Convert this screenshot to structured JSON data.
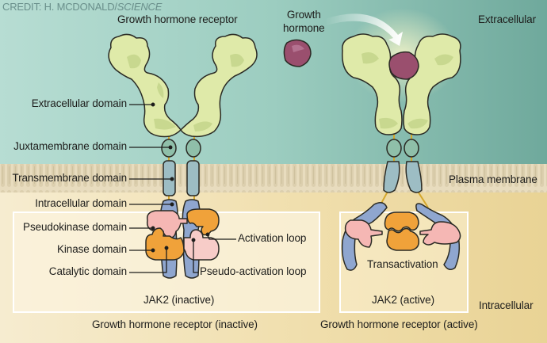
{
  "credit": {
    "prefix": "CREDIT: H. MCDONALD/",
    "source": "SCIENCE"
  },
  "colors": {
    "extracellular_bg": "#9fcfc3",
    "intracellular_bg": "#f3e4b8",
    "membrane": "#e7dcc0",
    "extracellular_domain": "#dfeaa9",
    "juxtamembrane_domain": "#8fbfa9",
    "transmembrane_domain": "#9dbdc4",
    "intracellular_domain": "#8fa6cf",
    "pseudokinase_domain": "#f5b7b4",
    "kinase_domain": "#f0a23a",
    "growth_hormone": "#9a4f6e"
  },
  "labels": {
    "receptor_title": "Growth hormone receptor",
    "growth_hormone": [
      "Growth",
      "hormone"
    ],
    "extracellular": "Extracellular",
    "intracellular": "Intracellular",
    "plasma_membrane": "Plasma membrane",
    "extracellular_domain": "Extracellular domain",
    "juxtamembrane_domain": "Juxtamembrane domain",
    "transmembrane_domain": "Transmembrane domain",
    "intracellular_domain": "Intracellular domain",
    "pseudokinase_domain": "Pseudokinase domain",
    "kinase_domain": "Kinase domain",
    "catalytic_domain": "Catalytic domain",
    "activation_loop": "Activation loop",
    "pseudo_activation_loop": "Pseudo-activation loop",
    "transactivation": "Transactivation",
    "jak2_inactive": "JAK2 (inactive)",
    "jak2_active": "JAK2 (active)",
    "receptor_inactive": "Growth hormone receptor (inactive)",
    "receptor_active": "Growth hormone receptor (active)"
  }
}
